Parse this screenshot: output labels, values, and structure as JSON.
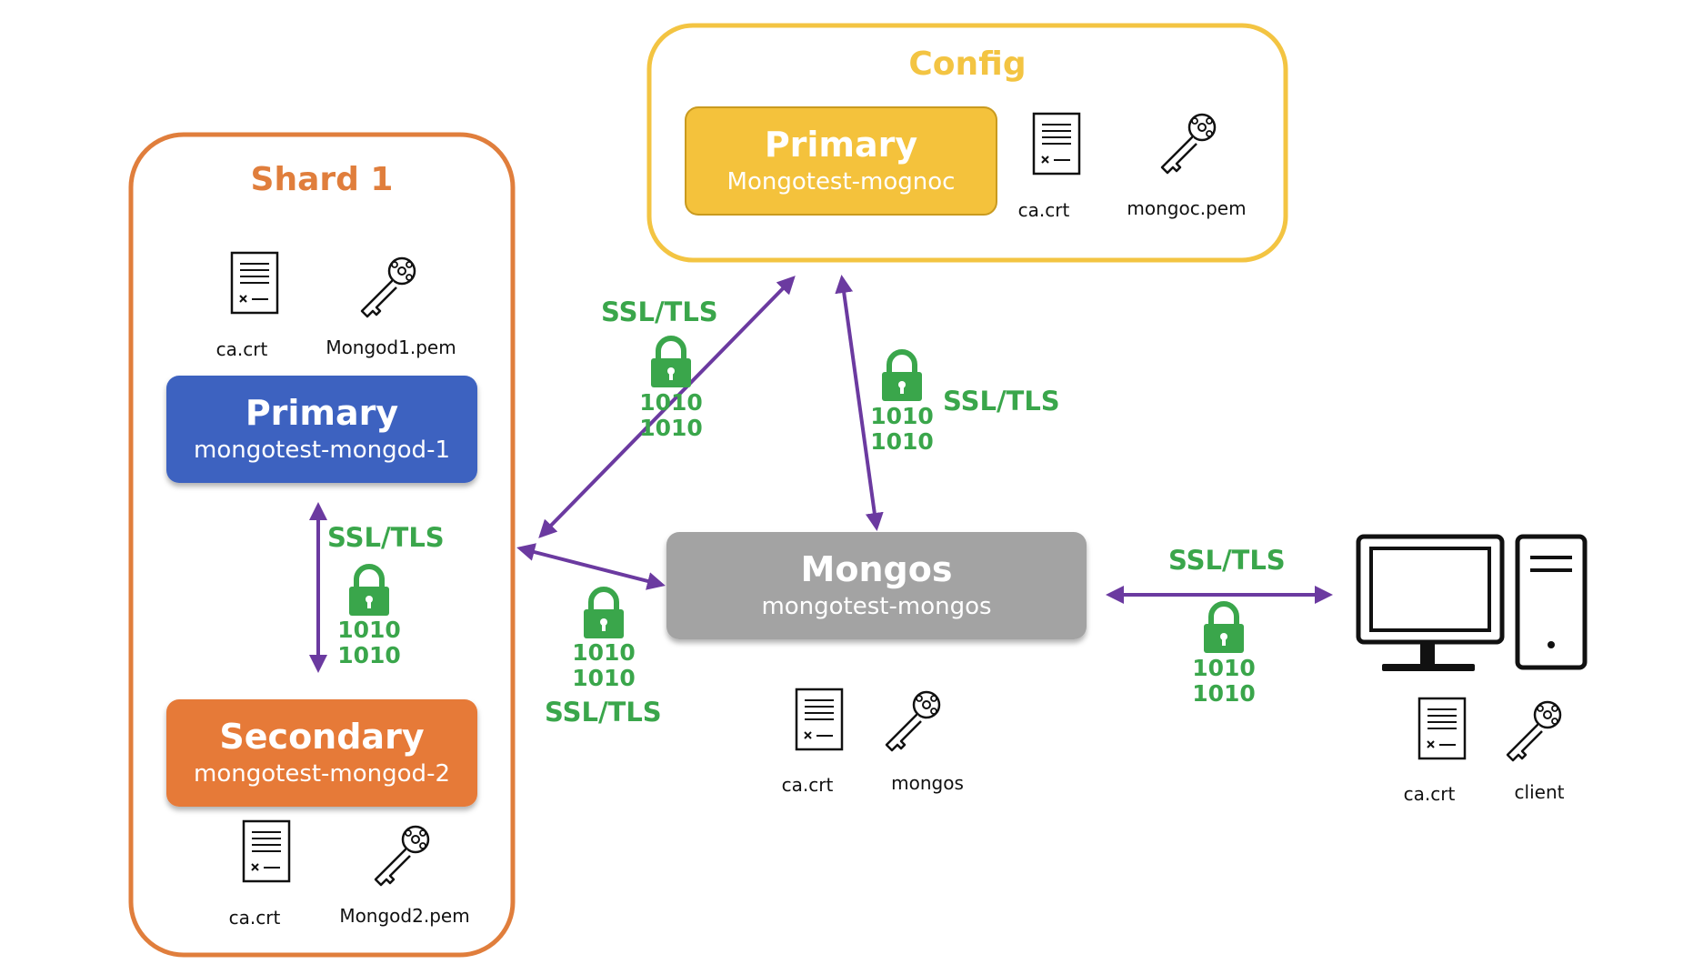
{
  "groups": {
    "config": {
      "title": "Config",
      "color": "#f3c442"
    },
    "shard": {
      "title": "Shard 1",
      "color": "#e07e3c"
    }
  },
  "nodes": {
    "config_primary": {
      "title": "Primary",
      "subtitle": "Mongotest-mognoc",
      "color": "#f4c23c"
    },
    "shard_primary": {
      "title": "Primary",
      "subtitle": "mongotest-mongod-1",
      "color": "#3c62c0"
    },
    "shard_secondary": {
      "title": "Secondary",
      "subtitle": "mongotest-mongod-2",
      "color": "#e67a38"
    },
    "mongos": {
      "title": "Mongos",
      "subtitle": "mongotest-mongos",
      "color": "#a3a3a3"
    }
  },
  "files": {
    "config_ca": "ca.crt",
    "config_key": "mongoc.pem",
    "shard_primary_ca": "ca.crt",
    "shard_primary_key": "Mongod1.pem",
    "shard_secondary_ca": "ca.crt",
    "shard_secondary_key": "Mongod2.pem",
    "mongos_ca": "ca.crt",
    "mongos_key": "mongos",
    "client_ca": "ca.crt",
    "client_key": "client"
  },
  "connections": {
    "label": "SSL/TLS",
    "binary_line": "1010",
    "color": "#6b3aa0",
    "lock_color": "#3aa64b"
  },
  "icons": {
    "certificate": "certificate-icon",
    "key": "key-icon",
    "lock": "lock-icon",
    "computer": "desktop-computer-icon"
  }
}
